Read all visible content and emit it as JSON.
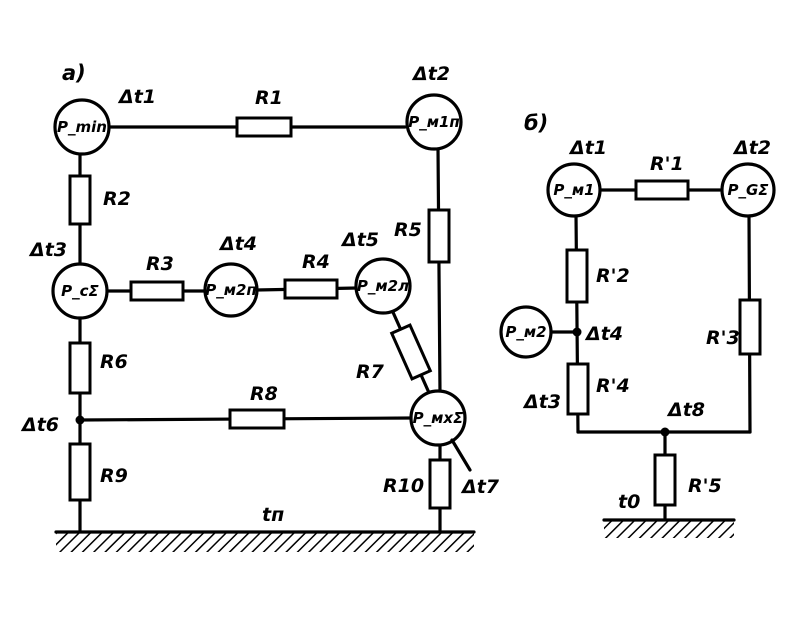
{
  "panels": {
    "a": "а)",
    "b": "б)"
  },
  "a": {
    "nodes": {
      "pmin": "P_min",
      "pm1n": "P_м1п",
      "pcs": "P_cΣ",
      "pm2n": "P_м2п",
      "pm2l": "P_м2л",
      "pmxs": "P_мхΣ"
    },
    "resistors": {
      "r1": "R1",
      "r2": "R2",
      "r3": "R3",
      "r4": "R4",
      "r5": "R5",
      "r6": "R6",
      "r7": "R7",
      "r8": "R8",
      "r9": "R9",
      "r10": "R10"
    },
    "temps": {
      "t1": "Δt1",
      "t2": "Δt2",
      "t3": "Δt3",
      "t4": "Δt4",
      "t5": "Δt5",
      "t6": "Δt6",
      "t7": "Δt7",
      "tn": "tп"
    }
  },
  "b": {
    "nodes": {
      "pm1": "P_м1",
      "pgs": "P_GΣ",
      "pm2": "P_м2"
    },
    "resistors": {
      "r1": "R'1",
      "r2": "R'2",
      "r3": "R'3",
      "r4": "R'4",
      "r5": "R'5"
    },
    "temps": {
      "t1": "Δt1",
      "t2": "Δt2",
      "t3": "Δt3",
      "t4": "Δt4",
      "t8": "Δt8",
      "t0": "t0"
    }
  }
}
